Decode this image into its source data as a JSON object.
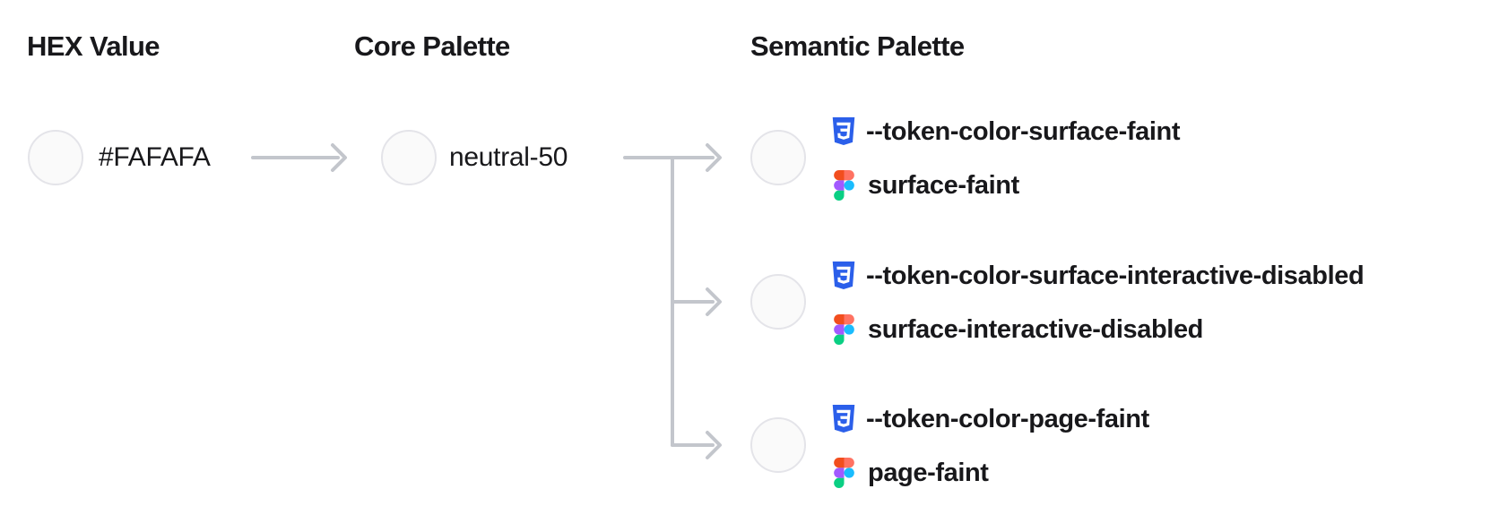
{
  "diagram": {
    "columns": [
      {
        "id": "hex",
        "title": "HEX Value"
      },
      {
        "id": "core",
        "title": "Core Palette"
      },
      {
        "id": "semantic",
        "title": "Semantic Palette"
      }
    ],
    "hex": {
      "value": "#FAFAFA",
      "swatch_color": "#FAFAFA"
    },
    "core": {
      "name": "neutral-50",
      "swatch_color": "#FAFAFA"
    },
    "semantic": {
      "tokens": [
        {
          "css_variable": "--token-color-surface-faint",
          "figma_token": "surface-faint",
          "swatch_color": "#FAFAFA"
        },
        {
          "css_variable": "--token-color-surface-interactive-disabled",
          "figma_token": "surface-interactive-disabled",
          "swatch_color": "#FAFAFA"
        },
        {
          "css_variable": "--token-color-page-faint",
          "figma_token": "page-faint",
          "swatch_color": "#FAFAFA"
        }
      ]
    },
    "icons": {
      "css": "css3-shield-icon",
      "figma": "figma-logo-icon"
    }
  },
  "theme": {
    "page-bg": "#FFFFFF",
    "text": "#18181B",
    "arrow": "#C3C6CC",
    "swatch-fill": "#FAFAFA",
    "swatch-border": "#E4E4E9",
    "css-blue": "#2B5FEA",
    "figma-orange": "#F24E1E",
    "figma-red": "#FF7262",
    "figma-purple": "#A259FF",
    "figma-blue": "#1ABCFE",
    "figma-green": "#0ACF83"
  }
}
